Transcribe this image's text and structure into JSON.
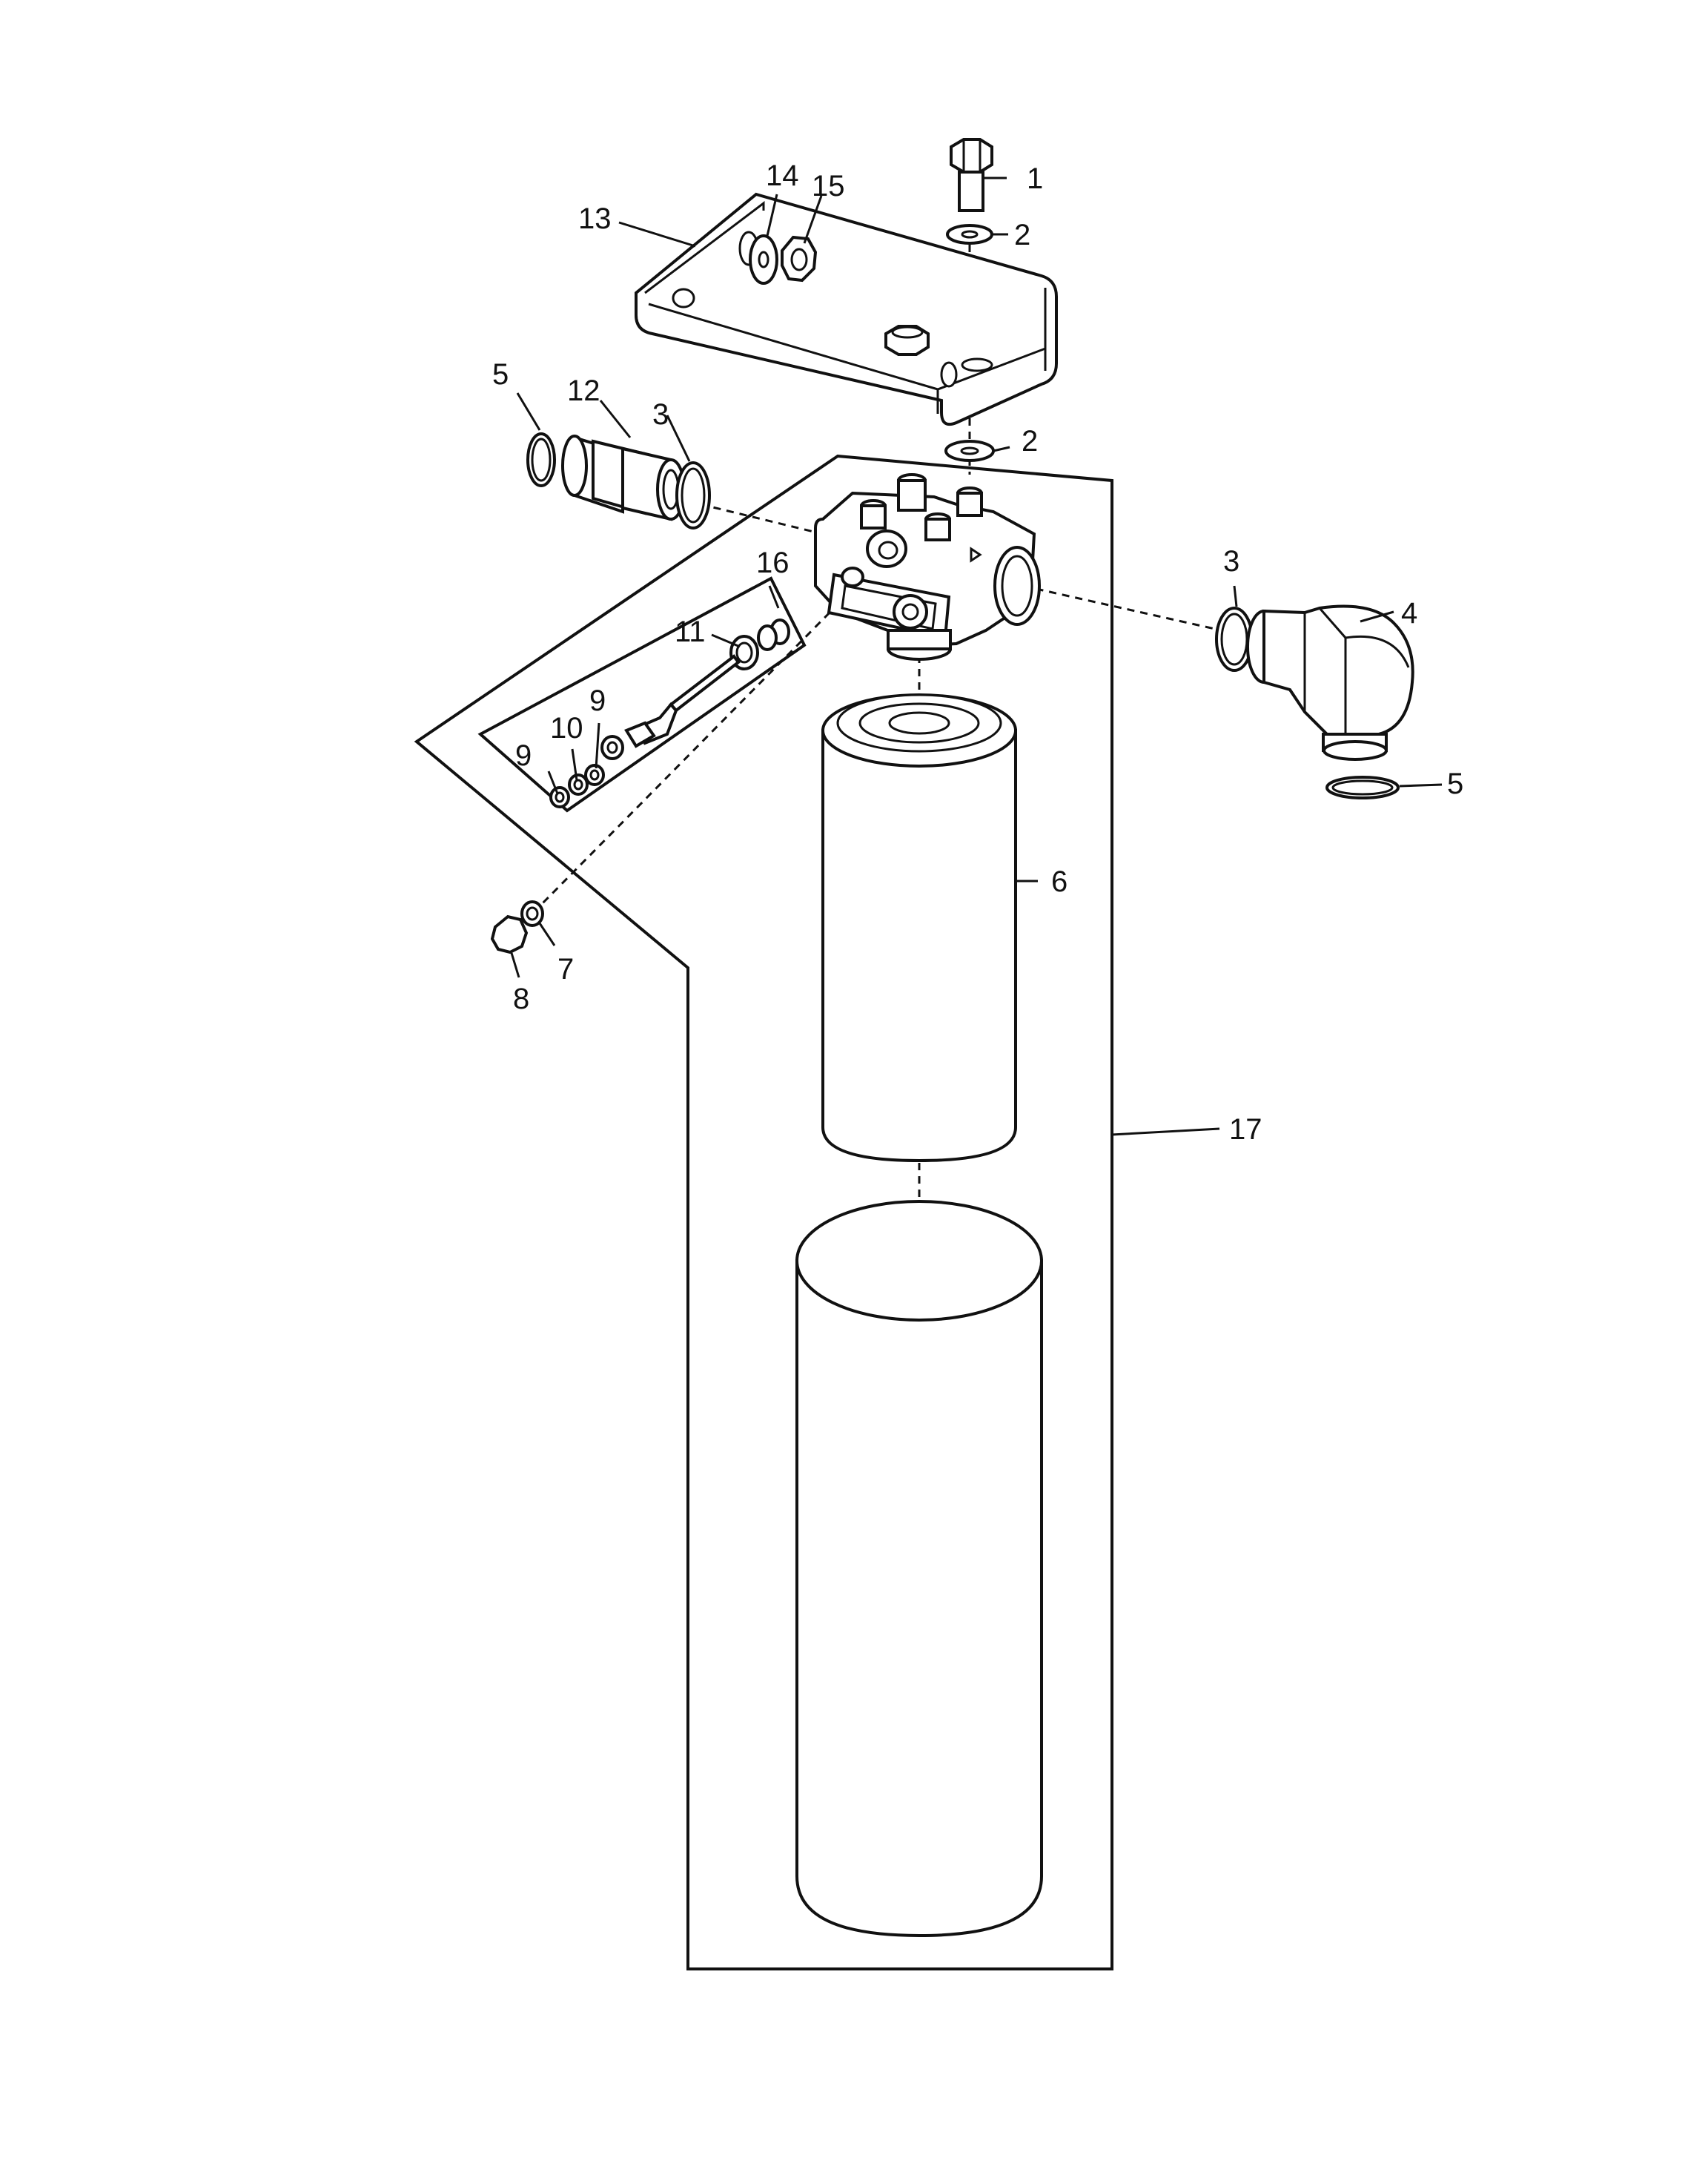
{
  "callouts": [
    {
      "id": "c1",
      "label": "1"
    },
    {
      "id": "c2a",
      "label": "2"
    },
    {
      "id": "c2b",
      "label": "2"
    },
    {
      "id": "c3a",
      "label": "3"
    },
    {
      "id": "c3b",
      "label": "3"
    },
    {
      "id": "c4",
      "label": "4"
    },
    {
      "id": "c5a",
      "label": "5"
    },
    {
      "id": "c5b",
      "label": "5"
    },
    {
      "id": "c6",
      "label": "6"
    },
    {
      "id": "c7",
      "label": "7"
    },
    {
      "id": "c8",
      "label": "8"
    },
    {
      "id": "c9a",
      "label": "9"
    },
    {
      "id": "c9b",
      "label": "9"
    },
    {
      "id": "c10",
      "label": "10"
    },
    {
      "id": "c11",
      "label": "11"
    },
    {
      "id": "c12",
      "label": "12"
    },
    {
      "id": "c13",
      "label": "13"
    },
    {
      "id": "c14",
      "label": "14"
    },
    {
      "id": "c15",
      "label": "15"
    },
    {
      "id": "c16",
      "label": "16"
    },
    {
      "id": "c17",
      "label": "17"
    }
  ]
}
